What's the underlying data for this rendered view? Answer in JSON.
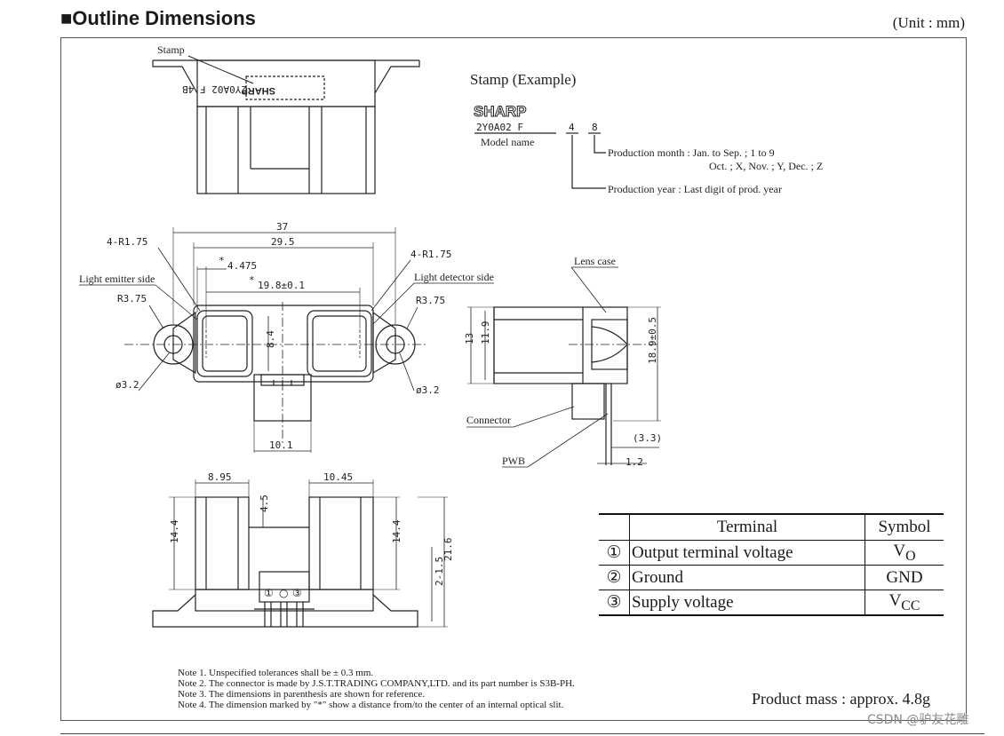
{
  "header": {
    "title": "Outline Dimensions",
    "unit": "(Unit : mm)"
  },
  "stamp_view": {
    "callout": "Stamp",
    "stamp_text_line1": "2Y0A02 F 4B",
    "stamp_text_line2": "SHARP"
  },
  "stamp_example": {
    "title": "Stamp (Example)",
    "logo": "SHARP",
    "code": "2Y0A02 F",
    "month_digit": "4",
    "year_digit": "8",
    "model_name_label": "Model name",
    "production_month_line1": "Production month : Jan. to Sep. ; 1 to 9",
    "production_month_line2": "Oct. ; X, Nov. ; Y, Dec. ; Z",
    "production_year": "Production year : Last digit of prod. year"
  },
  "front_view": {
    "dim_37": "37",
    "dim_29_5": "29.5",
    "dim_4_475": "4.475",
    "dim_19_8": "19.8±0.1",
    "dim_8_4": "8.4",
    "dim_10_1": "10.1",
    "r_left": "4-R1.75",
    "r_right": "4-R1.75",
    "r375_left": "R3.75",
    "r375_right": "R3.75",
    "phi_left": "ø3.2",
    "phi_right": "ø3.2",
    "emitter_label": "Light emitter side",
    "detector_label": "Light detector side",
    "star1": "*",
    "star2": "*"
  },
  "side_view": {
    "lens_case": "Lens case",
    "connector": "Connector",
    "pwb": "PWB",
    "dim_13": "13",
    "dim_11_9": "11.9",
    "dim_18_9": "18.9±0.5",
    "dim_3_3": "(3.3)",
    "dim_1_2": "1.2"
  },
  "bottom_view": {
    "dim_8_95": "8.95",
    "dim_10_45": "10.45",
    "dim_4_5": "4.5",
    "dim_14_4_left": "14.4",
    "dim_14_4_right": "14.4",
    "dim_21_6": "21.6",
    "dim_2_1_5": "2-1.5",
    "pin1": "①",
    "pin2": "○",
    "pin3": "③"
  },
  "terminal_table": {
    "headers": {
      "terminal": "Terminal",
      "symbol": "Symbol"
    },
    "rows": [
      {
        "num": "①",
        "terminal": "Output terminal voltage",
        "symbol": "V",
        "sub": "O"
      },
      {
        "num": "②",
        "terminal": "Ground",
        "symbol": "GND",
        "sub": ""
      },
      {
        "num": "③",
        "terminal": "Supply voltage",
        "symbol": "V",
        "sub": "CC"
      }
    ]
  },
  "notes": [
    "Note 1. Unspecified tolerances shall be ± 0.3 mm.",
    "Note 2. The connector is made by  J.S.T.TRADING COMPANY,LTD. and its part number is S3B-PH.",
    "Note 3. The dimensions in parenthesis are shown for reference.",
    "Note 4. The dimension marked by \"*\" show a distance from/to the center of an internal optical slit."
  ],
  "product_mass": "Product mass : approx. 4.8g",
  "watermark": "CSDN @驴友花雕"
}
